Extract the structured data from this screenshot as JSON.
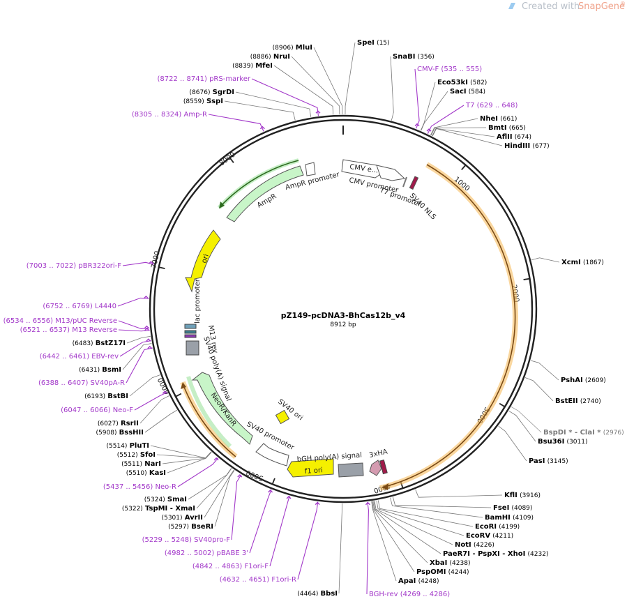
{
  "branding": {
    "prefix": "Created with",
    "name": "SnapGene",
    "mark": "®"
  },
  "plasmid": {
    "name": "pZ149-pcDNA3-BhCas12b_v4",
    "size_label": "8912 bp",
    "length": 8912
  },
  "ticks": [
    {
      "pos": 1000,
      "label": "1000"
    },
    {
      "pos": 2000,
      "label": "2000"
    },
    {
      "pos": 3000,
      "label": "3000"
    },
    {
      "pos": 4000,
      "label": "4000"
    },
    {
      "pos": 5000,
      "label": "5000"
    },
    {
      "pos": 6000,
      "label": "6000"
    },
    {
      "pos": 7000,
      "label": "7000"
    },
    {
      "pos": 8000,
      "label": "8000"
    }
  ],
  "sites": [
    {
      "id": "mlu",
      "name": "MluI",
      "pos_label": "(8906)",
      "side": "left",
      "kind": "enzyme"
    },
    {
      "id": "nru",
      "name": "NruI",
      "pos_label": "(8886)",
      "side": "left",
      "kind": "enzyme"
    },
    {
      "id": "mfe",
      "name": "MfeI",
      "pos_label": "(8839)",
      "side": "left",
      "kind": "enzyme"
    },
    {
      "id": "prs",
      "name": "pRS-marker",
      "pos_label": "(8722 .. 8741)",
      "side": "left",
      "kind": "primer"
    },
    {
      "id": "sgr",
      "name": "SgrDI",
      "pos_label": "(8676)",
      "side": "left",
      "kind": "enzyme"
    },
    {
      "id": "ssp",
      "name": "SspI",
      "pos_label": "(8559)",
      "side": "left",
      "kind": "enzyme"
    },
    {
      "id": "ampr_p",
      "name": "Amp-R",
      "pos_label": "(8305 .. 8324)",
      "side": "left",
      "kind": "primer"
    },
    {
      "id": "pbr",
      "name": "pBR322ori-F",
      "pos_label": "(7003 .. 7022)",
      "side": "left",
      "kind": "primer"
    },
    {
      "id": "l4440",
      "name": "L4440",
      "pos_label": "(6752 .. 6769)",
      "side": "left",
      "kind": "primer"
    },
    {
      "id": "m13puc",
      "name": "M13/pUC Reverse",
      "pos_label": "(6534 .. 6556)",
      "side": "left",
      "kind": "primer"
    },
    {
      "id": "m13rev",
      "name": "M13 Reverse",
      "pos_label": "(6521 .. 6537)",
      "side": "left",
      "kind": "primer"
    },
    {
      "id": "bstz",
      "name": "BstZ17I",
      "pos_label": "(6483)",
      "side": "left",
      "kind": "enzyme"
    },
    {
      "id": "ebv",
      "name": "EBV-rev",
      "pos_label": "(6442 .. 6461)",
      "side": "left",
      "kind": "primer"
    },
    {
      "id": "bsm",
      "name": "BsmI",
      "pos_label": "(6431)",
      "side": "left",
      "kind": "enzyme"
    },
    {
      "id": "sv40pa",
      "name": "SV40pA-R",
      "pos_label": "(6388 .. 6407)",
      "side": "left",
      "kind": "primer"
    },
    {
      "id": "bstb",
      "name": "BstBI",
      "pos_label": "(6193)",
      "side": "left",
      "kind": "enzyme"
    },
    {
      "id": "neof",
      "name": "Neo-F",
      "pos_label": "(6047 .. 6066)",
      "side": "left",
      "kind": "primer"
    },
    {
      "id": "rsr",
      "name": "RsrII",
      "pos_label": "(6027)",
      "side": "left",
      "kind": "enzyme"
    },
    {
      "id": "bssh",
      "name": "BssHII",
      "pos_label": "(5908)",
      "side": "left",
      "kind": "enzyme"
    },
    {
      "id": "plut",
      "name": "PluTI",
      "pos_label": "(5514)",
      "side": "left",
      "kind": "enzyme"
    },
    {
      "id": "sfo",
      "name": "SfoI",
      "pos_label": "(5512)",
      "side": "left",
      "kind": "enzyme"
    },
    {
      "id": "nar",
      "name": "NarI",
      "pos_label": "(5511)",
      "side": "left",
      "kind": "enzyme"
    },
    {
      "id": "kas",
      "name": "KasI",
      "pos_label": "(5510)",
      "side": "left",
      "kind": "enzyme"
    },
    {
      "id": "neor",
      "name": "Neo-R",
      "pos_label": "(5437 .. 5456)",
      "side": "left",
      "kind": "primer"
    },
    {
      "id": "sma",
      "name": "SmaI",
      "pos_label": "(5324)",
      "side": "left",
      "kind": "enzyme"
    },
    {
      "id": "tspmi",
      "name": "TspMI - XmaI",
      "pos_label": "(5322)",
      "side": "left",
      "kind": "enzyme"
    },
    {
      "id": "avr",
      "name": "AvrII",
      "pos_label": "(5301)",
      "side": "left",
      "kind": "enzyme"
    },
    {
      "id": "bser",
      "name": "BseRI",
      "pos_label": "(5297)",
      "side": "left",
      "kind": "enzyme"
    },
    {
      "id": "sv40pro",
      "name": "SV40pro-F",
      "pos_label": "(5229 .. 5248)",
      "side": "left",
      "kind": "primer"
    },
    {
      "id": "pbabe",
      "name": "pBABE 3'",
      "pos_label": "(4982 .. 5002)",
      "side": "left",
      "kind": "primer"
    },
    {
      "id": "f1f",
      "name": "F1ori-F",
      "pos_label": "(4842 .. 4863)",
      "side": "left",
      "kind": "primer"
    },
    {
      "id": "f1r",
      "name": "F1ori-R",
      "pos_label": "(4632 .. 4651)",
      "side": "left",
      "kind": "primer"
    },
    {
      "id": "bbs",
      "name": "BbsI",
      "pos_label": "(4464)",
      "side": "left",
      "kind": "enzyme"
    },
    {
      "id": "spe",
      "name": "SpeI",
      "pos_label": "(15)",
      "side": "right",
      "kind": "enzyme"
    },
    {
      "id": "snab",
      "name": "SnaBI",
      "pos_label": "(356)",
      "side": "right",
      "kind": "enzyme"
    },
    {
      "id": "cmvf",
      "name": "CMV-F",
      "pos_label": "(535 .. 555)",
      "side": "right",
      "kind": "primer"
    },
    {
      "id": "eco53",
      "name": "Eco53kI",
      "pos_label": "(582)",
      "side": "right",
      "kind": "enzyme"
    },
    {
      "id": "sac",
      "name": "SacI",
      "pos_label": "(584)",
      "side": "right",
      "kind": "enzyme"
    },
    {
      "id": "t7",
      "name": "T7",
      "pos_label": "(629 .. 648)",
      "side": "right",
      "kind": "primer"
    },
    {
      "id": "nhe",
      "name": "NheI",
      "pos_label": "(661)",
      "side": "right",
      "kind": "enzyme"
    },
    {
      "id": "bmt",
      "name": "BmtI",
      "pos_label": "(665)",
      "side": "right",
      "kind": "enzyme"
    },
    {
      "id": "afl",
      "name": "AflII",
      "pos_label": "(674)",
      "side": "right",
      "kind": "enzyme"
    },
    {
      "id": "hind",
      "name": "HindIII",
      "pos_label": "(677)",
      "side": "right",
      "kind": "enzyme"
    },
    {
      "id": "xcm",
      "name": "XcmI",
      "pos_label": "(1867)",
      "side": "right",
      "kind": "enzyme"
    },
    {
      "id": "psh",
      "name": "PshAI",
      "pos_label": "(2609)",
      "side": "right",
      "kind": "enzyme"
    },
    {
      "id": "bste",
      "name": "BstEII",
      "pos_label": "(2740)",
      "side": "right",
      "kind": "enzyme"
    },
    {
      "id": "bspd",
      "name": "BspDI * - ClaI *",
      "pos_label": "(2976)",
      "side": "right",
      "kind": "grey"
    },
    {
      "id": "bsu",
      "name": "Bsu36I",
      "pos_label": "(3011)",
      "side": "right",
      "kind": "enzyme"
    },
    {
      "id": "pas",
      "name": "PasI",
      "pos_label": "(3145)",
      "side": "right",
      "kind": "enzyme"
    },
    {
      "id": "kfl",
      "name": "KflI",
      "pos_label": "(3916)",
      "side": "right",
      "kind": "enzyme"
    },
    {
      "id": "fse",
      "name": "FseI",
      "pos_label": "(4089)",
      "side": "right",
      "kind": "enzyme"
    },
    {
      "id": "bamh",
      "name": "BamHI",
      "pos_label": "(4109)",
      "side": "right",
      "kind": "enzyme"
    },
    {
      "id": "ecori",
      "name": "EcoRI",
      "pos_label": "(4199)",
      "side": "right",
      "kind": "enzyme"
    },
    {
      "id": "ecorv",
      "name": "EcoRV",
      "pos_label": "(4211)",
      "side": "right",
      "kind": "enzyme"
    },
    {
      "id": "not",
      "name": "NotI",
      "pos_label": "(4226)",
      "side": "right",
      "kind": "enzyme"
    },
    {
      "id": "paer",
      "name": "PaeR7I - PspXI - XhoI",
      "pos_label": "(4232)",
      "side": "right",
      "kind": "enzyme"
    },
    {
      "id": "xba",
      "name": "XbaI",
      "pos_label": "(4238)",
      "side": "right",
      "kind": "enzyme"
    },
    {
      "id": "psp",
      "name": "PspOMI",
      "pos_label": "(4244)",
      "side": "right",
      "kind": "enzyme"
    },
    {
      "id": "apa",
      "name": "ApaI",
      "pos_label": "(4248)",
      "side": "right",
      "kind": "enzyme"
    },
    {
      "id": "bgh",
      "name": "BGH-rev",
      "pos_label": "(4269 .. 4286)",
      "side": "right",
      "kind": "primer"
    }
  ],
  "features": [
    {
      "id": "cmv_enh",
      "label": "CMV e..."
    },
    {
      "id": "cmv_prom",
      "label": "CMV promoter"
    },
    {
      "id": "t7_prom",
      "label": "T7 promoter"
    },
    {
      "id": "sv40nls",
      "label": "SV40 NLS"
    },
    {
      "id": "ampr_prom",
      "label": "AmpR promoter"
    },
    {
      "id": "ampr",
      "label": "AmpR"
    },
    {
      "id": "ori",
      "label": "ori"
    },
    {
      "id": "lac_prom",
      "label": "lac promoter"
    },
    {
      "id": "m13rev_f",
      "label": "M13 rev"
    },
    {
      "id": "sv40pa_sig",
      "label": "SV40 poly(A) signal"
    },
    {
      "id": "neor_f",
      "label": "NeoR/KanR"
    },
    {
      "id": "sv40ori",
      "label": "SV40 ori"
    },
    {
      "id": "sv40prom",
      "label": "SV40 promoter"
    },
    {
      "id": "f1ori",
      "label": "f1 ori"
    },
    {
      "id": "bgh_sig",
      "label": "bGH poly(A) signal"
    },
    {
      "id": "ha3",
      "label": "3xHA"
    }
  ],
  "colors": {
    "primer": "#a238c9",
    "enzyme": "#000000",
    "grey": "#7a7a7a",
    "orf": "#f5b651",
    "ampr": "#c8f5c8",
    "ori": "#f5f000",
    "backbone": "#222222"
  }
}
